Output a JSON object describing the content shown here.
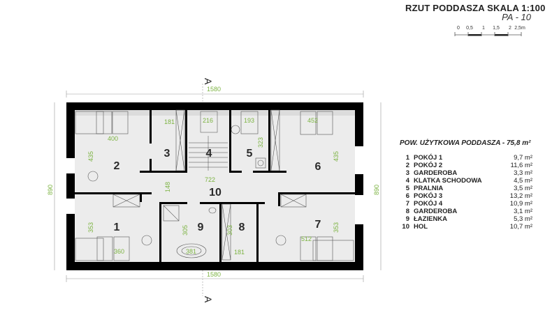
{
  "header": {
    "title": "RZUT PODDASZA SKALA 1:100",
    "sheet": "PA - 10",
    "scale_ticks": [
      "0",
      "0,5",
      "1",
      "1,5",
      "2",
      "2,5m"
    ]
  },
  "legend": {
    "title": "POW. UŻYTKOWA PODDASZA - 75,8 m²",
    "rooms": [
      {
        "no": "1",
        "name": "POKÓJ 1",
        "area": "9,7 m²"
      },
      {
        "no": "2",
        "name": "POKÓJ 2",
        "area": "11,6 m²"
      },
      {
        "no": "3",
        "name": "GARDEROBA",
        "area": "3,3 m²"
      },
      {
        "no": "4",
        "name": "KLATKA SCHODOWA",
        "area": "4,5 m²"
      },
      {
        "no": "5",
        "name": "PRALNIA",
        "area": "3,5 m²"
      },
      {
        "no": "6",
        "name": "POKÓJ 3",
        "area": "13,2 m²"
      },
      {
        "no": "7",
        "name": "POKÓJ 4",
        "area": "10,9 m²"
      },
      {
        "no": "8",
        "name": "GARDEROBA",
        "area": "3,1 m²"
      },
      {
        "no": "9",
        "name": "ŁAZIENKA",
        "area": "5,3 m²"
      },
      {
        "no": "10",
        "name": "HOL",
        "area": "10,7 m²"
      }
    ]
  },
  "plan": {
    "section_mark": "A",
    "room_numbers": [
      "1",
      "2",
      "3",
      "4",
      "5",
      "6",
      "7",
      "8",
      "9",
      "10"
    ],
    "dims": {
      "top": "1580",
      "bottom": "1580",
      "left": "890",
      "right": "890",
      "d400": "400",
      "d435a": "435",
      "d181a": "181",
      "d216": "216",
      "d193": "193",
      "d323": "323",
      "d452": "452",
      "d435b": "435",
      "d722": "722",
      "d148": "148",
      "d353a": "353",
      "d360": "360",
      "d305": "305",
      "d381": "381",
      "d303": "303",
      "d181b": "181",
      "d512": "512",
      "d353b": "353"
    },
    "colors": {
      "wall": "#000000",
      "floor": "#ececec",
      "dimension": "#7cb342"
    }
  }
}
